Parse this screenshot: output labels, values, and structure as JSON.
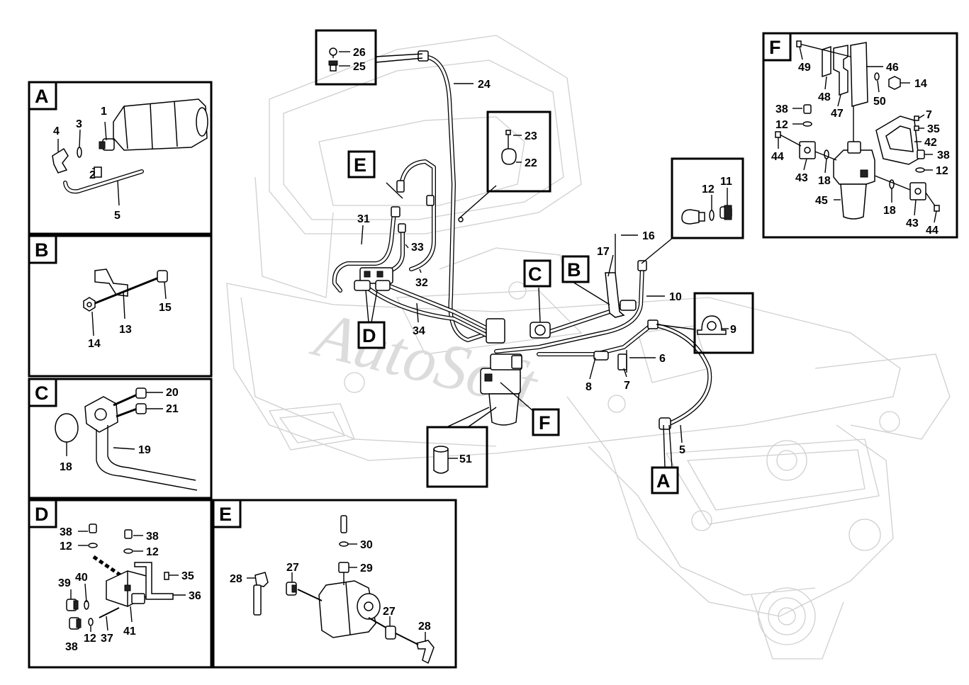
{
  "watermark": "AutoSoft",
  "panel_letters": {
    "a": "A",
    "b": "B",
    "c": "C",
    "d": "D",
    "e": "E",
    "f": "F"
  },
  "callouts": {
    "main": {
      "p5": "5",
      "p6": "6",
      "p7": "7",
      "p8": "8",
      "p9": "9",
      "p10": "10",
      "p11": "11",
      "p12": "12",
      "p16": "16",
      "p17": "17",
      "p22": "22",
      "p23": "23",
      "p24": "24",
      "p25": "25",
      "p26": "26",
      "p31": "31",
      "p32": "32",
      "p33": "33",
      "p34": "34",
      "p51": "51"
    },
    "panel_a": {
      "p1": "1",
      "p2": "2",
      "p3": "3",
      "p4": "4",
      "p5": "5"
    },
    "panel_b": {
      "p13": "13",
      "p14": "14",
      "p15": "15"
    },
    "panel_c": {
      "p18": "18",
      "p19": "19",
      "p20": "20",
      "p21": "21"
    },
    "panel_d": {
      "p38a": "38",
      "p38b": "38",
      "p38c": "38",
      "p12a": "12",
      "p12b": "12",
      "p12c": "12",
      "p35": "35",
      "p36": "36",
      "p37": "37",
      "p39": "39",
      "p40": "40",
      "p41": "41"
    },
    "panel_e": {
      "p27a": "27",
      "p27b": "27",
      "p28a": "28",
      "p28b": "28",
      "p29": "29",
      "p30": "30"
    },
    "panel_f": {
      "p49": "49",
      "p48": "48",
      "p47": "47",
      "p46": "46",
      "p50": "50",
      "p14": "14",
      "p38a": "38",
      "p38b": "38",
      "p12a": "12",
      "p12b": "12",
      "p7": "7",
      "p35": "35",
      "p42": "42",
      "p44a": "44",
      "p44b": "44",
      "p43a": "43",
      "p43b": "43",
      "p18a": "18",
      "p18b": "18",
      "p45": "45"
    }
  }
}
